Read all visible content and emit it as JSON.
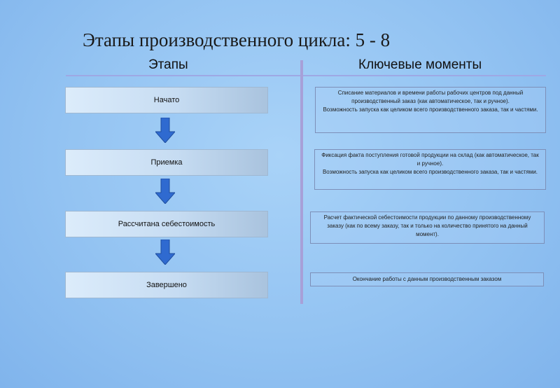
{
  "title": "Этапы производственного цикла: 5 - 8",
  "columns": {
    "left": "Этапы",
    "right": "Ключевые моменты"
  },
  "stages": [
    {
      "label": "Начато"
    },
    {
      "label": "Приемка"
    },
    {
      "label": "Рассчитана себестоимость"
    },
    {
      "label": "Завершено"
    }
  ],
  "notes": [
    {
      "lines": [
        "Списание материалов и времени работы рабочих центров под данный производственный заказ (как автоматическое, так и ручное).",
        "Возможность запуска как целиком всего производственного заказа, так и частями."
      ]
    },
    {
      "lines": [
        "Фиксация факта поступления готовой продукции на склад (как автоматическое, так и ручное).",
        "Возможность запуска как целиком всего производственного заказа, так и частями."
      ]
    },
    {
      "lines": [
        "Расчет фактической себестоимости продукции по данному производственному заказу (как по всему заказу, так и только на количество принятого на данный момент)."
      ]
    },
    {
      "lines": [
        "Окончание работы с данным производственным заказом"
      ]
    }
  ],
  "colors": {
    "arrow": "#2f6ad0",
    "background": "#93c3f2",
    "divider": "#a7a0d8"
  }
}
